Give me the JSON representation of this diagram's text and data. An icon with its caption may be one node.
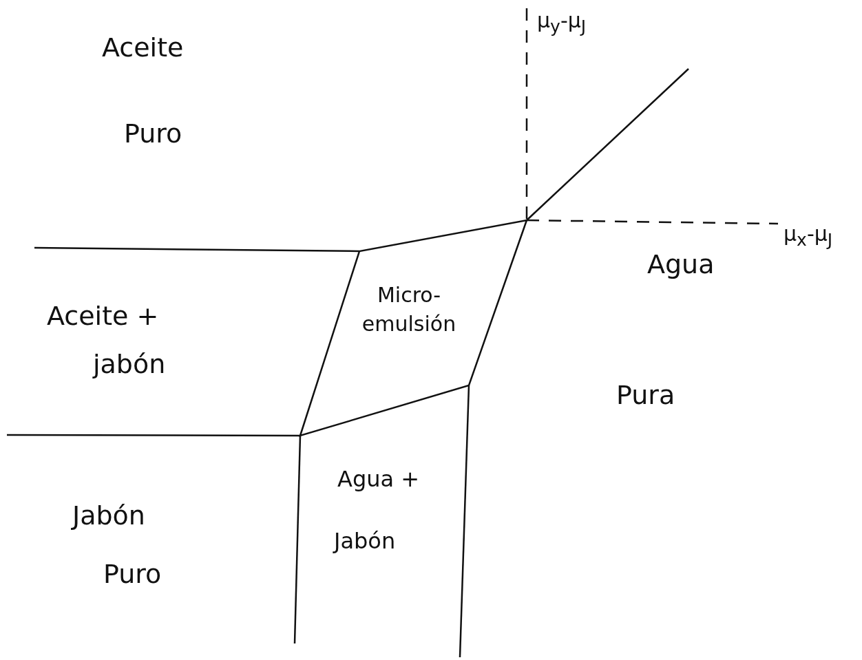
{
  "diagram": {
    "nodes": [
      {
        "text": [
          "Micro- emulsión"
        ]
      }
    ],
    "edges": [],
    "labels": [
      "Aceite",
      "Puro",
      "μ$_{y}$-μ$_{J}$",
      "μ$_{x}$-μ$_{J}$",
      "Agua",
      "Aceite +",
      "jabón",
      "Pura",
      "Agua +",
      "Jabón",
      "Jabón",
      "Puro"
    ]
  }
}
